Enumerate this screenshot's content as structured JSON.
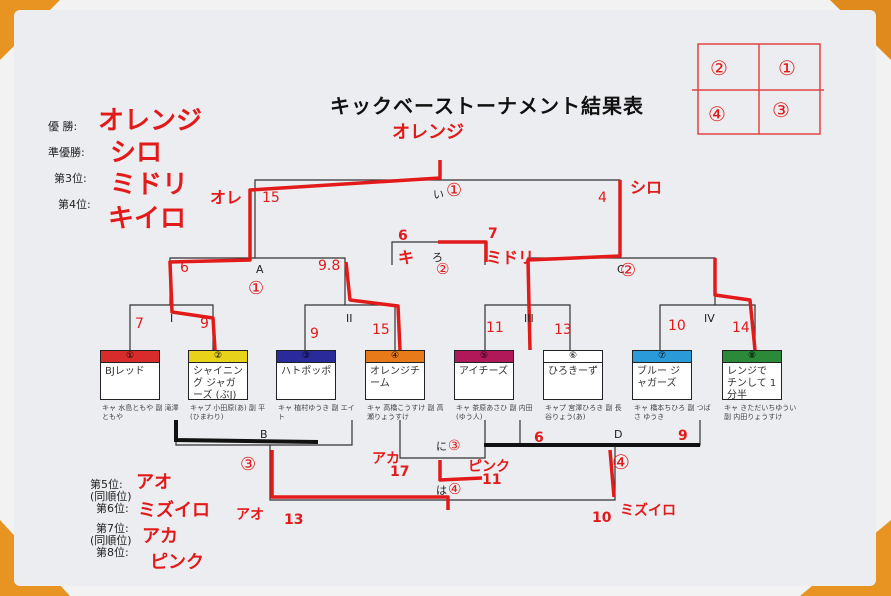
{
  "title": "キックベーストーナメント結果表",
  "ranking_top": [
    {
      "label": "優 勝:",
      "team": "オレンジ"
    },
    {
      "label": "準優勝:",
      "team": "シロ"
    },
    {
      "label": "第3位:",
      "team": "ミドリ"
    },
    {
      "label": "第4位:",
      "team": "キイロ"
    }
  ],
  "ranking_bottom": [
    {
      "label": "第5位:",
      "sub": "(同順位)",
      "team": "アオ"
    },
    {
      "label": "第6位:",
      "sub": "",
      "team": "ミズイロ"
    },
    {
      "label": "第7位:",
      "sub": "(同順位)",
      "team": "アカ"
    },
    {
      "label": "第8位:",
      "sub": "",
      "team": "ピンク"
    }
  ],
  "champion_label": "オレンジ",
  "teams": [
    {
      "num": "①",
      "name": "BJレッド",
      "color": "#d82c2c",
      "note": "キャ 水島ともや 副 滝澤ともや"
    },
    {
      "num": "②",
      "name": "シャイニング ジャガーズ (ぶJ)",
      "color": "#e8d21a",
      "note": "キャプ 小田原(あ) 副 平(ひまわり)"
    },
    {
      "num": "③",
      "name": "ハトポッポ",
      "color": "#2a2a9a",
      "note": "キャ 植村ゆうき 副 エイト"
    },
    {
      "num": "④",
      "name": "オレンジチーム",
      "color": "#e87a1a",
      "note": "キャ 高橋こうすけ 副 高瀬りょうすけ"
    },
    {
      "num": "⑤",
      "name": "アイチーズ",
      "color": "#b0185a",
      "note": "キャ 茶原あさひ 副 内田(ゆう人)"
    },
    {
      "num": "⑥",
      "name": "ひろきーず",
      "color": "#ffffff",
      "note": "キャプ 宮澤ひろき 副 長谷りょう(あ)"
    },
    {
      "num": "⑦",
      "name": "ブルー ジャガーズ",
      "color": "#2a9ad8",
      "note": "キャ 橋本ちひろ 副 つばさ ゆうき"
    },
    {
      "num": "⑧",
      "name": "レンジで チンして 1分半",
      "color": "#2a8a3a",
      "note": "キャ きただいちゆうい 副 内田りょうすけ"
    }
  ],
  "match_letters": {
    "A": "A",
    "B": "B",
    "C": "C",
    "D": "D",
    "I": "I",
    "II": "II",
    "III": "III",
    "IV": "IV",
    "i": "い",
    "ro": "ろ",
    "ha": "は",
    "ni": "に"
  },
  "match_marks": {
    "i": "①",
    "ro": "②",
    "A": "①",
    "C": "②",
    "B": "③",
    "D": "④",
    "ha": "④",
    "ni": "③"
  },
  "scores": {
    "I_left": "7",
    "I_right": "9",
    "II_left": "9",
    "II_right": "15",
    "III_left": "11",
    "III_right": "13",
    "IV_left": "10",
    "IV_right": "14",
    "A_left": "6",
    "A_right": "9.8",
    "C_left": "",
    "C_right": "",
    "final_left": "15",
    "final_right": "4",
    "ro_left": "6",
    "ro_right": "7",
    "ni_left": "17",
    "ni_right": "11",
    "ha_left": "13",
    "ha_right": "10",
    "D_left": "6",
    "D_right": "9"
  },
  "side_labels": {
    "final_left": "オレ",
    "final_right": "シロ",
    "ro_left": "キ",
    "ro_right": "ミドリ",
    "ni_left": "アカ",
    "ni_right": "ピンク",
    "ha_left": "アオ",
    "ha_right": "ミズイロ"
  },
  "grid_numbers": [
    "②",
    "①",
    "④",
    "③"
  ],
  "colors": {
    "ink_red": "#e21a1a",
    "paper": "#ecedf0",
    "corner": "#e89422"
  }
}
